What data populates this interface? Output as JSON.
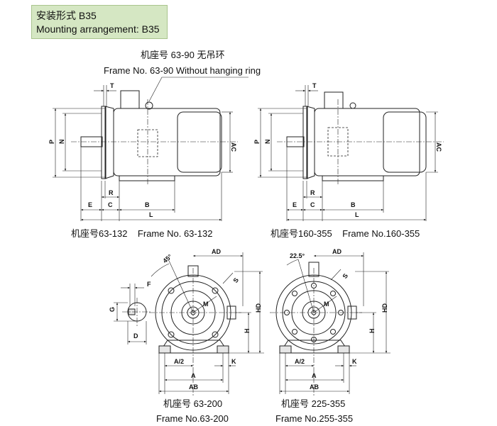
{
  "header": {
    "title_cn": "安装形式 B35",
    "title_en": "Mounting arrangement: B35",
    "bg_color": "#d5e7c3"
  },
  "note": {
    "cn": "机座号 63-90 无吊环",
    "en": "Frame No. 63-90 Without hanging ring"
  },
  "views": {
    "side_left_caption": "机座号63-132    Frame No. 63-132",
    "side_right_caption": "机座号160-355    Frame No.160-355",
    "end_left_caption_cn": "机座号 63-200",
    "end_left_caption_en": "Frame No.63-200",
    "end_right_caption_cn": "机座号 225-355",
    "end_right_caption_en": "Frame No.255-355"
  },
  "dims": {
    "T": "T",
    "P": "P",
    "N": "N",
    "AC": "AC",
    "R": "R",
    "E": "E",
    "C": "C",
    "B": "B",
    "L": "L",
    "AD": "AD",
    "S": "S",
    "HD": "HD",
    "H": "H",
    "M": "M",
    "A": "A",
    "A2": "A/2",
    "K": "K",
    "AB": "AB",
    "F": "F",
    "G": "G",
    "D": "D",
    "angle_left": "45°",
    "angle_right": "22.5°"
  }
}
